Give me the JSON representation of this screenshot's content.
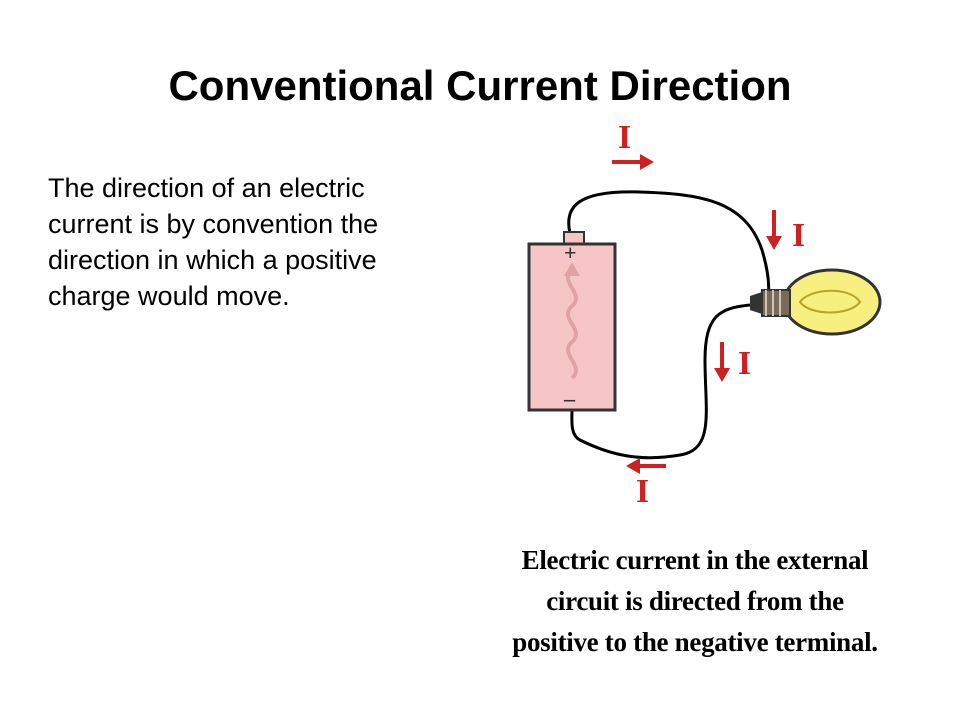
{
  "slide": {
    "title": "Conventional Current Direction",
    "body": "The direction of an electric current is by convention the direction in which a positive charge would move."
  },
  "diagram": {
    "current_labels": [
      "I",
      "I",
      "I",
      "I"
    ],
    "terminals": {
      "positive": "+",
      "negative": "–"
    },
    "caption_lines": [
      "Electric current in the external",
      "circuit is directed from the",
      "positive to the negative terminal."
    ],
    "colors": {
      "battery_fill": "#f6c6c6",
      "battery_stroke": "#333333",
      "wave": "#e0a2a2",
      "bulb_glass": "#f7ef80",
      "bulb_base": "#7a6a5a",
      "arrow": "#cc2222",
      "wire": "#000000"
    }
  }
}
